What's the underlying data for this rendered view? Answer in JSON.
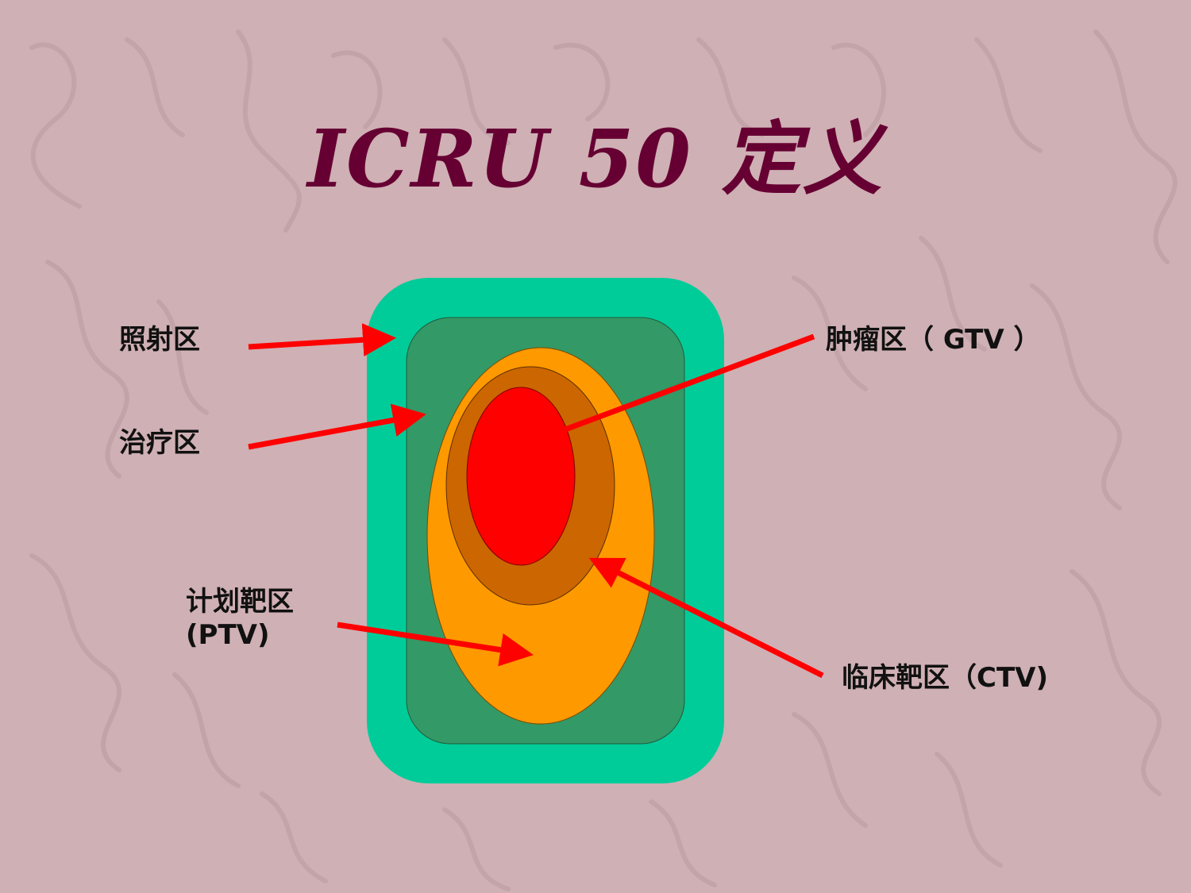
{
  "slide": {
    "title": "ICRU 50  定义",
    "title_color": "#660033",
    "background_color": "#cfb0b4"
  },
  "labels": {
    "irradiated_volume": "照射区",
    "treated_volume": "治疗区",
    "ptv_line1": "计划靶区",
    "ptv_line2": "(PTV)",
    "gtv": "肿瘤区（ GTV ）",
    "ctv": "临床靶区（CTV)"
  },
  "colors": {
    "irradiated_volume": "#00cc99",
    "treated_volume": "#339966",
    "ptv": "#ff9900",
    "ctv": "#cc6600",
    "gtv": "#ff0000",
    "arrow": "#ff0000"
  }
}
